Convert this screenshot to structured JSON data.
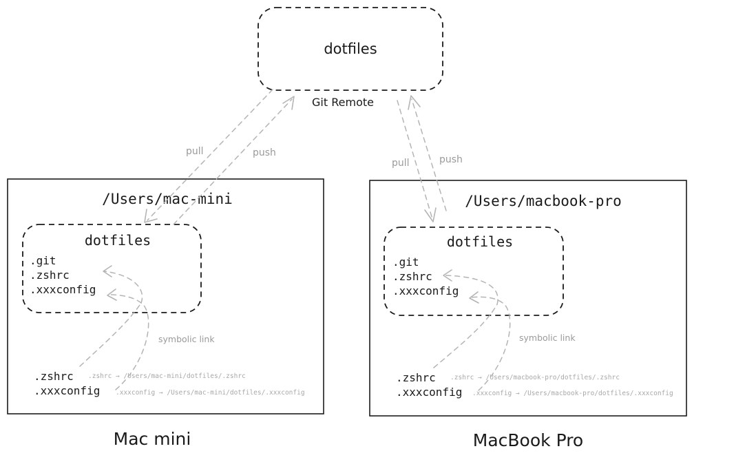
{
  "remote": {
    "title": "dotfiles",
    "label": "Git Remote"
  },
  "links": {
    "pull": "pull",
    "push": "push",
    "symbolic": "symbolic link"
  },
  "machines": [
    {
      "caption": "Mac mini",
      "path": "/Users/mac-mini",
      "repo_title": "dotfiles",
      "repo_files": [
        ".git",
        ".zshrc",
        ".xxxconfig"
      ],
      "home_files": [
        {
          "name": ".zshrc",
          "target": ".zshrc → /Users/mac-mini/dotfiles/.zshrc"
        },
        {
          "name": ".xxxconfig",
          "target": ".xxxconfig → /Users/mac-mini/dotfiles/.xxxconfig"
        }
      ]
    },
    {
      "caption": "MacBook Pro",
      "path": "/Users/macbook-pro",
      "repo_title": "dotfiles",
      "repo_files": [
        ".git",
        ".zshrc",
        ".xxxconfig"
      ],
      "home_files": [
        {
          "name": ".zshrc",
          "target": ".zshrc → /Users/macbook-pro/dotfiles/.zshrc"
        },
        {
          "name": ".xxxconfig",
          "target": ".xxxconfig → /Users/macbook-pro/dotfiles/.xxxconfig"
        }
      ]
    }
  ]
}
